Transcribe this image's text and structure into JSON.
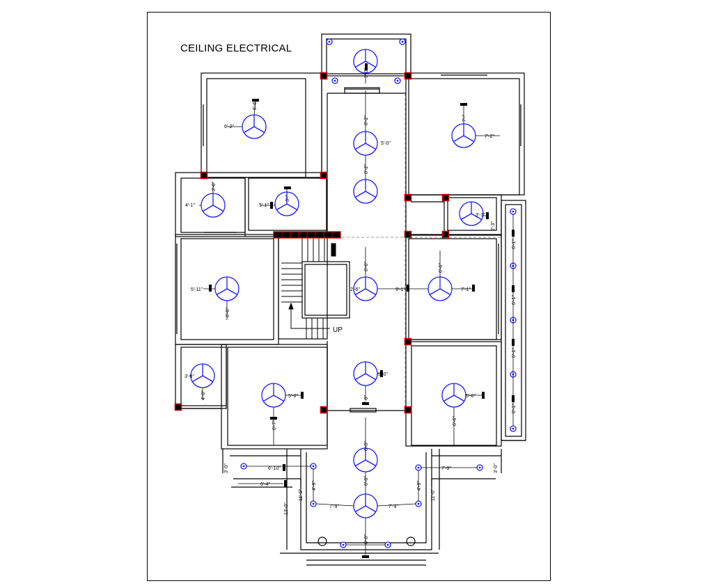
{
  "drawing": {
    "title": "CEILING ELECTRICAL",
    "stair_label": "UP",
    "accent_colors": {
      "fixture": "#1a1aff",
      "column_fill": "#000000",
      "column_border": "#cc0000",
      "wall": "#000000"
    }
  },
  "dimensions": [
    "3'-0\"",
    "6'-6\"",
    "6'-2\"",
    "6'-2\"",
    "5'-0\"",
    "6'-2\"",
    "7'-2\"",
    "7'-\"",
    "3'-6\"",
    "4'-1\"",
    "3'-\"",
    "5'-1\"",
    "3'-3\"",
    "2'-3\"",
    "6'-1\"",
    "6'-1\"",
    "6'-1\"",
    "6'-1\"",
    "6'-6\"",
    "5'-11\"",
    "6'-6\"",
    "2'-6\"",
    "9'-1\"",
    "6'-6\"",
    "7'-1\"",
    "3'-9\"",
    "4'-0\"",
    "5'-0\"",
    "5'-0\"",
    "4'-0\"",
    "6'-7\"",
    "5'-6\"",
    "6'-6\"",
    "3'-0\"",
    "6'-10\"",
    "6'-4\"",
    "4'-9\"",
    "6'-0\"",
    "7'-9\"",
    "4'-9\"",
    "3'-0\"",
    "13'-0\"",
    "11'-0\"",
    "6'-0\"",
    "7'-9\"",
    "7'-9\"",
    "11'-0\"",
    "6'-0\""
  ]
}
